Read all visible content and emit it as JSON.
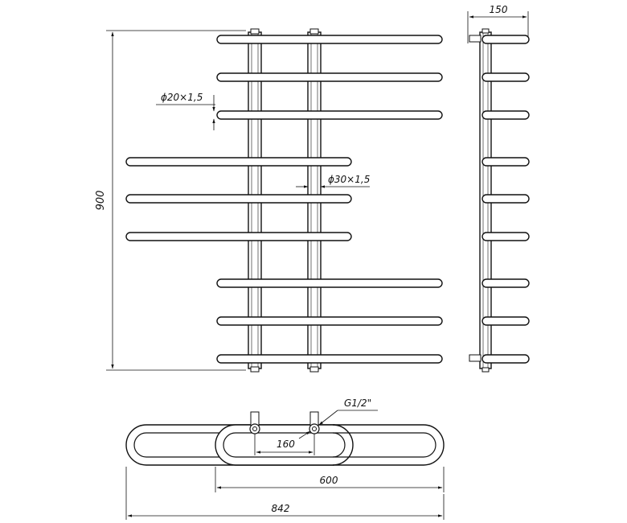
{
  "dimensions": {
    "height": "900",
    "depth": "150",
    "rung_tube": "ϕ20×1,5",
    "upright_tube": "ϕ30×1,5",
    "thread": "G1/2\"",
    "center_distance": "160",
    "width_short": "600",
    "width_total": "842"
  },
  "colors": {
    "line": "#111111",
    "background": "#ffffff"
  }
}
